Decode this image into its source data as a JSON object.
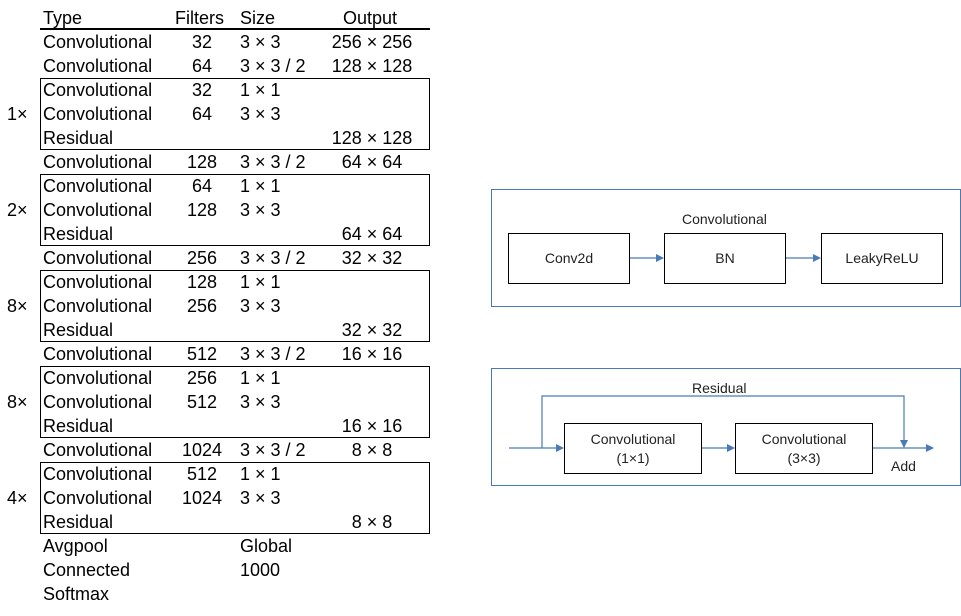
{
  "table": {
    "headers": {
      "type": "Type",
      "filters": "Filters",
      "size": "Size",
      "output": "Output"
    },
    "rows": [
      {
        "type": "Convolutional",
        "filters": "32",
        "size": "3 × 3",
        "output": "256 × 256"
      },
      {
        "type": "Convolutional",
        "filters": "64",
        "size": "3 × 3 / 2",
        "output": "128 × 128"
      },
      {
        "type": "Convolutional",
        "filters": "32",
        "size": "1 × 1",
        "output": ""
      },
      {
        "type": "Convolutional",
        "filters": "64",
        "size": "3 × 3",
        "output": ""
      },
      {
        "type": "Residual",
        "filters": "",
        "size": "",
        "output": "128 × 128"
      },
      {
        "type": "Convolutional",
        "filters": "128",
        "size": "3 × 3 / 2",
        "output": "64 × 64"
      },
      {
        "type": "Convolutional",
        "filters": "64",
        "size": "1 × 1",
        "output": ""
      },
      {
        "type": "Convolutional",
        "filters": "128",
        "size": "3 × 3",
        "output": ""
      },
      {
        "type": "Residual",
        "filters": "",
        "size": "",
        "output": "64 × 64"
      },
      {
        "type": "Convolutional",
        "filters": "256",
        "size": "3 × 3 / 2",
        "output": "32 × 32"
      },
      {
        "type": "Convolutional",
        "filters": "128",
        "size": "1 × 1",
        "output": ""
      },
      {
        "type": "Convolutional",
        "filters": "256",
        "size": "3 × 3",
        "output": ""
      },
      {
        "type": "Residual",
        "filters": "",
        "size": "",
        "output": "32 × 32"
      },
      {
        "type": "Convolutional",
        "filters": "512",
        "size": "3 × 3 / 2",
        "output": "16 × 16"
      },
      {
        "type": "Convolutional",
        "filters": "256",
        "size": "1 × 1",
        "output": ""
      },
      {
        "type": "Convolutional",
        "filters": "512",
        "size": "3 × 3",
        "output": ""
      },
      {
        "type": "Residual",
        "filters": "",
        "size": "",
        "output": "16 × 16"
      },
      {
        "type": "Convolutional",
        "filters": "1024",
        "size": "3 × 3 / 2",
        "output": "8 × 8"
      },
      {
        "type": "Convolutional",
        "filters": "512",
        "size": "1 × 1",
        "output": ""
      },
      {
        "type": "Convolutional",
        "filters": "1024",
        "size": "3 × 3",
        "output": ""
      },
      {
        "type": "Residual",
        "filters": "",
        "size": "",
        "output": "8 × 8"
      },
      {
        "type": "Avgpool",
        "filters": "",
        "size": "Global",
        "output": ""
      },
      {
        "type": "Connected",
        "filters": "",
        "size": "1000",
        "output": ""
      },
      {
        "type": "Softmax",
        "filters": "",
        "size": "",
        "output": ""
      }
    ],
    "multipliers": [
      "1×",
      "2×",
      "8×",
      "8×",
      "4×"
    ]
  },
  "conv_diagram": {
    "title": "Convolutional",
    "boxes": [
      "Conv2d",
      "BN",
      "LeakyReLU"
    ],
    "line_color": "#4a79b7"
  },
  "residual_diagram": {
    "title": "Residual",
    "box1": {
      "line1": "Convolutional",
      "line2": "(1×1)"
    },
    "box2": {
      "line1": "Convolutional",
      "line2": "(3×3)"
    },
    "add_label": "Add",
    "line_color": "#4a79b7"
  }
}
